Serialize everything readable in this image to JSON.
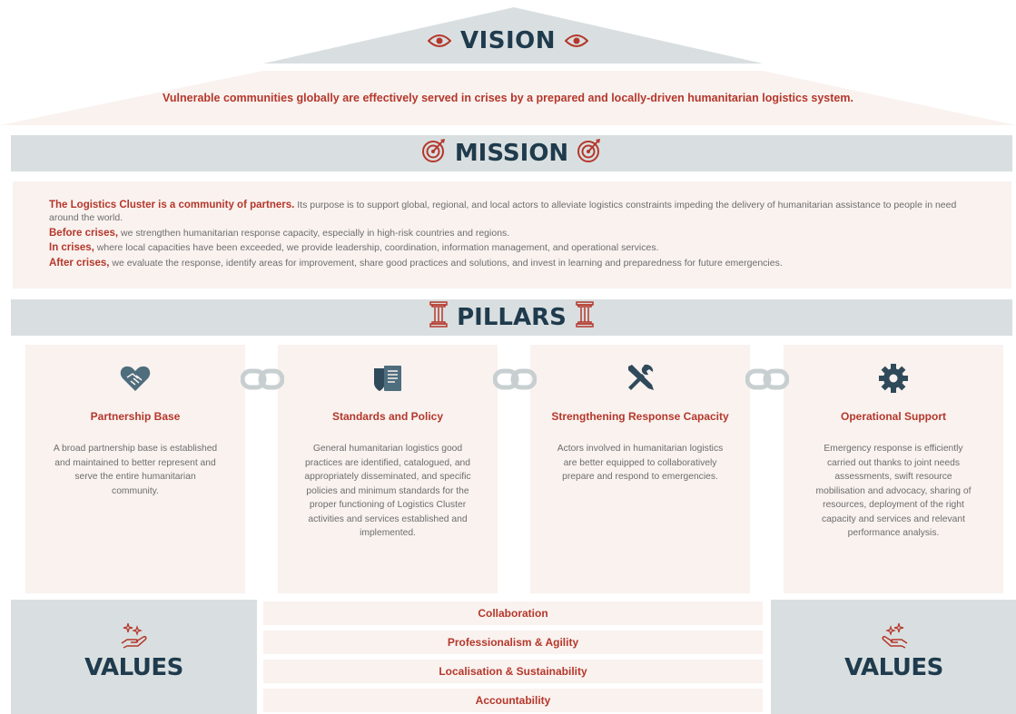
{
  "vision": {
    "title": "VISION",
    "statement": "Vulnerable communities globally are effectively served in crises by a prepared and locally-driven humanitarian logistics system."
  },
  "mission": {
    "title": "MISSION",
    "paragraphs": [
      {
        "lead": "The Logistics Cluster is a community of partners.",
        "text": " Its purpose is to support global, regional, and local actors to alleviate logistics constraints impeding the delivery of humanitarian assistance to people in need around the world."
      },
      {
        "lead": "Before crises,",
        "text": " we strengthen humanitarian response capacity, especially in high-risk countries and regions."
      },
      {
        "lead": "In crises,",
        "text": " where local capacities have been exceeded, we provide leadership, coordination, information management, and operational services."
      },
      {
        "lead": "After crises,",
        "text": " we evaluate the response, identify areas for improvement, share good practices and solutions, and invest in learning and preparedness for future emergencies."
      }
    ]
  },
  "pillars": {
    "title": "PILLARS",
    "items": [
      {
        "icon": "handshake-heart-icon",
        "title": "Partnership Base",
        "description": "A broad partnership base is established and maintained to better represent and serve the entire humanitarian community."
      },
      {
        "icon": "policy-document-icon",
        "title": "Standards and Policy",
        "description": "General humanitarian logistics good practices are identified, catalogued, and appropriately disseminated, and specific policies and minimum standards for the proper functioning of Logistics Cluster activities and services established and implemented."
      },
      {
        "icon": "tools-icon",
        "title": "Strengthening Response Capacity",
        "description": "Actors involved in humanitarian logistics are better equipped to collaboratively prepare and respond to emergencies."
      },
      {
        "icon": "gear-icon",
        "title": "Operational Support",
        "description": "Emergency response is efficiently carried out thanks to joint needs assessments, swift resource mobilisation and advocacy, sharing of resources, deployment of the right capacity and services and relevant performance analysis."
      }
    ]
  },
  "values": {
    "label_left": "VALUES",
    "label_right": "VALUES",
    "items": [
      "Collaboration",
      "Professionalism & Agility",
      "Localisation & Sustainability",
      "Accountability"
    ]
  },
  "colors": {
    "navy": "#1f3b4d",
    "red": "#b5372b",
    "grey": "#d9dfe0",
    "cream": "#f9f2ef"
  }
}
